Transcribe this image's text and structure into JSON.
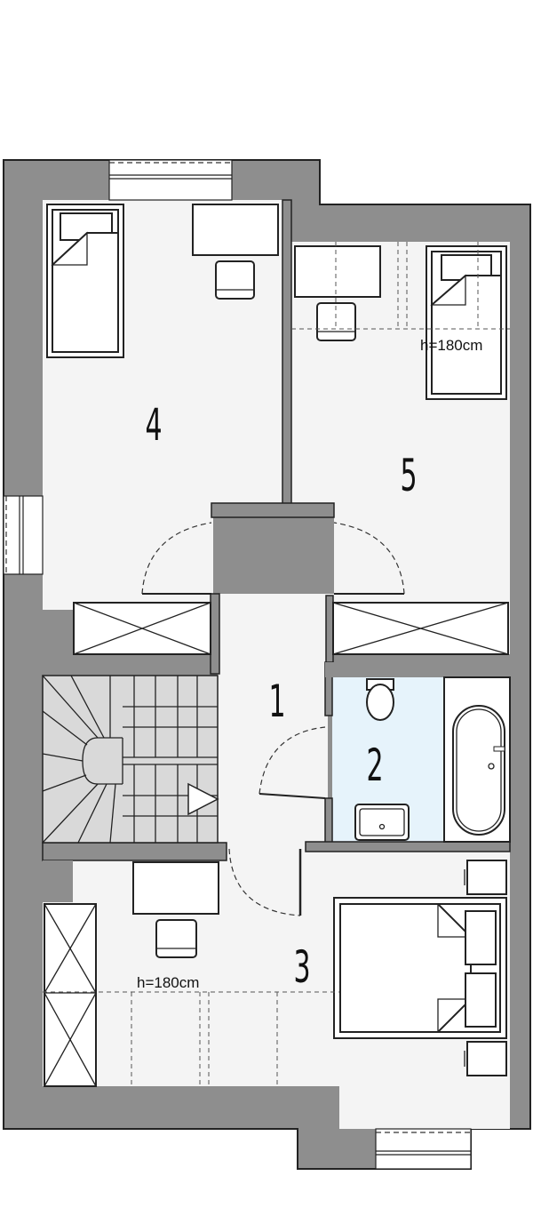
{
  "plan": {
    "colors": {
      "wall": "#8e8e8e",
      "floor": "#f4f4f4",
      "bath_floor": "#e6f3fb",
      "stairs": "#d9d9d9",
      "line": "#222222"
    },
    "rooms": [
      {
        "id": "room-1",
        "label": "1"
      },
      {
        "id": "room-2",
        "label": "2"
      },
      {
        "id": "room-3",
        "label": "3"
      },
      {
        "id": "room-4",
        "label": "4"
      },
      {
        "id": "room-5",
        "label": "5"
      }
    ],
    "height_labels": [
      {
        "id": "height-label-room-5",
        "text": "h=180cm"
      },
      {
        "id": "height-label-room-3",
        "text": "h=180cm"
      }
    ]
  }
}
